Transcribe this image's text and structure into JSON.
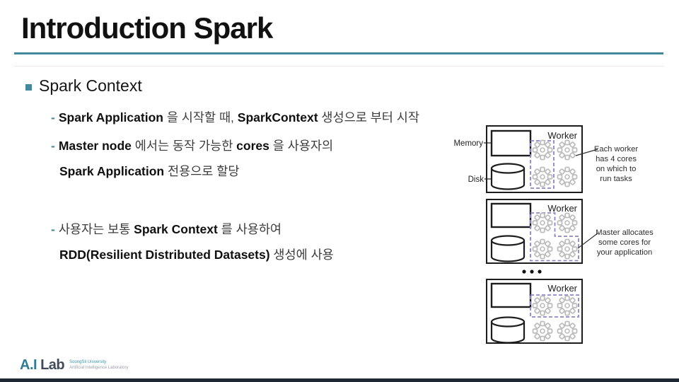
{
  "slide": {
    "title": "Introduction Spark",
    "section_title": "Spark Context",
    "bullet_dash": "-",
    "bullets": {
      "b1": {
        "s0": "Spark Application",
        "s1": " 을 시작할 때, ",
        "s2": "SparkContext",
        "s3": " 생성으로 부터 시작"
      },
      "b2": {
        "s0": "Master node",
        "s1": " 에서는 동작 가능한 ",
        "s2": "cores",
        "s3": " 을 사용자의"
      },
      "b2cont": {
        "s0": "Spark Application",
        "s1": " 전용으로 할당"
      },
      "b3": {
        "s0": "사용자는 보통 ",
        "s1": "Spark Context",
        "s2": " 를 사용하여"
      },
      "b3cont": {
        "s0": "RDD(Resilient Distributed Datasets)",
        "s1": " 생성에 사용"
      }
    }
  },
  "diagram": {
    "worker_label": "Worker",
    "memory_label": "Memory",
    "disk_label": "Disk",
    "annotation_each_worker": {
      "l0": "Each worker",
      "l1": "has 4 cores",
      "l2": "on which to",
      "l3": "run tasks"
    },
    "annotation_master": {
      "l0": "Master allocates",
      "l1": "some cores for",
      "l2": "your application"
    }
  },
  "logo": {
    "ai": "A.I",
    "lab": "Lab",
    "line1": "SoongSil University",
    "line2": "Artificial Intelligence Laboratory"
  },
  "colors": {
    "accent_teal": "#43889c",
    "dashed_purple": "#9184c4",
    "gear_gray": "#bdbdbd",
    "footer_navy": "#1e2835"
  }
}
